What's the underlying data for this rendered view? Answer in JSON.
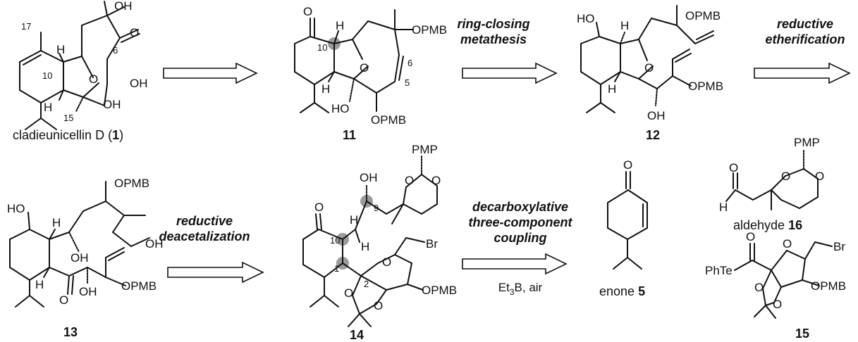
{
  "compounds": {
    "c1": {
      "name": "cladieunicellin D (",
      "number": "1",
      "close": ")"
    },
    "c11": {
      "number": "11"
    },
    "c12": {
      "number": "12"
    },
    "c13": {
      "number": "13"
    },
    "c14": {
      "number": "14"
    },
    "c5": {
      "name": "enone ",
      "number": "5"
    },
    "c16": {
      "name": "aldehyde ",
      "number": "16"
    },
    "c15": {
      "number": "15"
    }
  },
  "steps": {
    "rcm": {
      "line1": "ring-closing",
      "line2": "metathesis"
    },
    "re": {
      "line1": "reductive",
      "line2": "etherification"
    },
    "rd": {
      "line1": "reductive",
      "line2": "deacetalization"
    },
    "dtc": {
      "line1": "decarboxylative",
      "line2": "three-component",
      "line3": "coupling"
    },
    "reagents": {
      "a": "Et",
      "b": "3",
      "c": "B, air"
    }
  },
  "atoms": {
    "OH": "OH",
    "O": "O",
    "H": "H",
    "OPMB": "OPMB",
    "HO": "HO",
    "PMP": "PMP",
    "Br": "Br",
    "PhTe": "PhTe",
    "n17": "17",
    "n10": "10",
    "n6": "6",
    "n15": "15",
    "n5": "5",
    "n1": "1",
    "n2": "2",
    "n9": "9"
  }
}
